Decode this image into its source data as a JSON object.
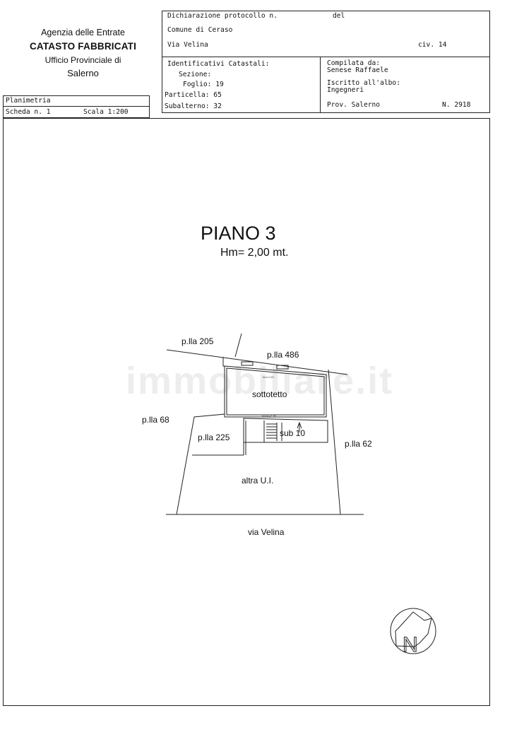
{
  "agency": {
    "line1": "Agenzia delle Entrate",
    "line2": "CATASTO FABBRICATI",
    "line3": "Ufficio Provinciale di",
    "line4": "Salerno"
  },
  "header": {
    "declaration_label": "Dichiarazione protocollo n.",
    "del_label": "del",
    "comune": "Comune di Ceraso",
    "street": "Via Velina",
    "civic": "civ. 14",
    "identifiers_title": "Identificativi Catastali:",
    "sezione": "Sezione:",
    "foglio": "Foglio: 19",
    "particella": "Particella: 65",
    "subalterno": "Subalterno: 32",
    "compilata_label": "Compilata da:",
    "compiler_name": "Senese Raffaele",
    "iscritto_label": "Iscritto all'albo:",
    "albo": "Ingegneri",
    "province": "Prov. Salerno",
    "number": "N. 2918"
  },
  "sheet": {
    "title": "Planimetria",
    "scheda": "Scheda n. 1",
    "scale": "Scala 1:200"
  },
  "plan": {
    "floor_title": "PIANO 3",
    "height_note": "Hm= 2,00 mt.",
    "labels": {
      "plla205": "p.lla 205",
      "plla486": "p.lla 486",
      "sottotetto": "sottotetto",
      "plla68": "p.lla 68",
      "plla225": "p.lla 225",
      "sub10": "sub 10",
      "plla62": "p.lla 62",
      "altra_ui": "altra U.I.",
      "via": "via Velina"
    },
    "small_notes": {
      "hm_top": "hm=1,20",
      "hm_bottom": "hmax=2,90"
    },
    "north_letter": "N",
    "watermark": "immobiliare.it"
  }
}
